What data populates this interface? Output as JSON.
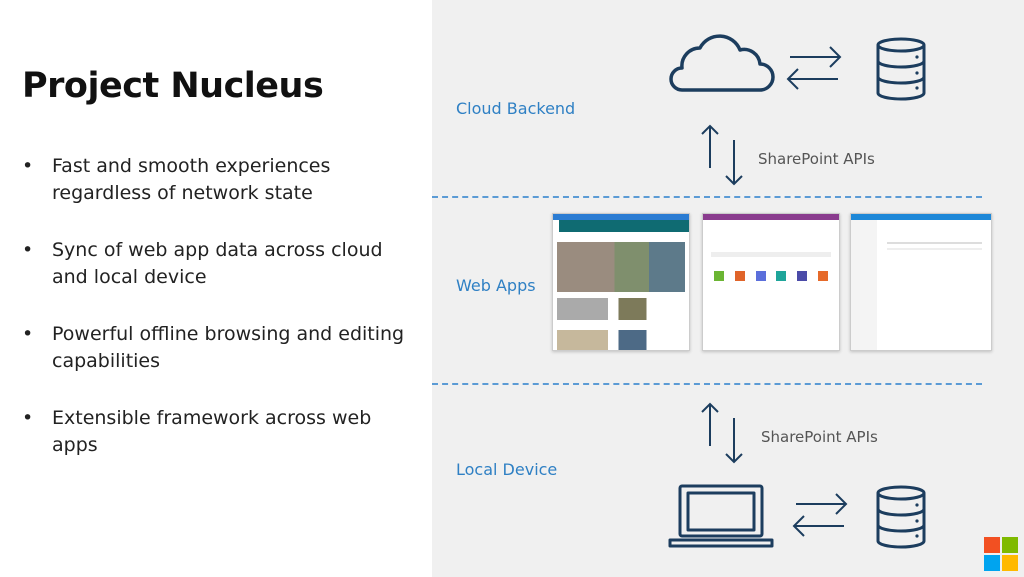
{
  "slide": {
    "title": "Project Nucleus",
    "bullets": [
      "Fast and smooth experiences regardless of network state",
      "Sync of web app data across cloud and local device",
      "Powerful offline browsing and editing capabilities",
      "Extensible framework across web apps"
    ]
  },
  "diagram": {
    "layers": [
      "Cloud Backend",
      "Web Apps",
      "Local Device"
    ],
    "api_labels": [
      "SharePoint APIs",
      "SharePoint APIs"
    ],
    "colors": {
      "label": "#2f80c4",
      "icon": "#1c3d5e",
      "divider": "#5b9bd5"
    }
  }
}
